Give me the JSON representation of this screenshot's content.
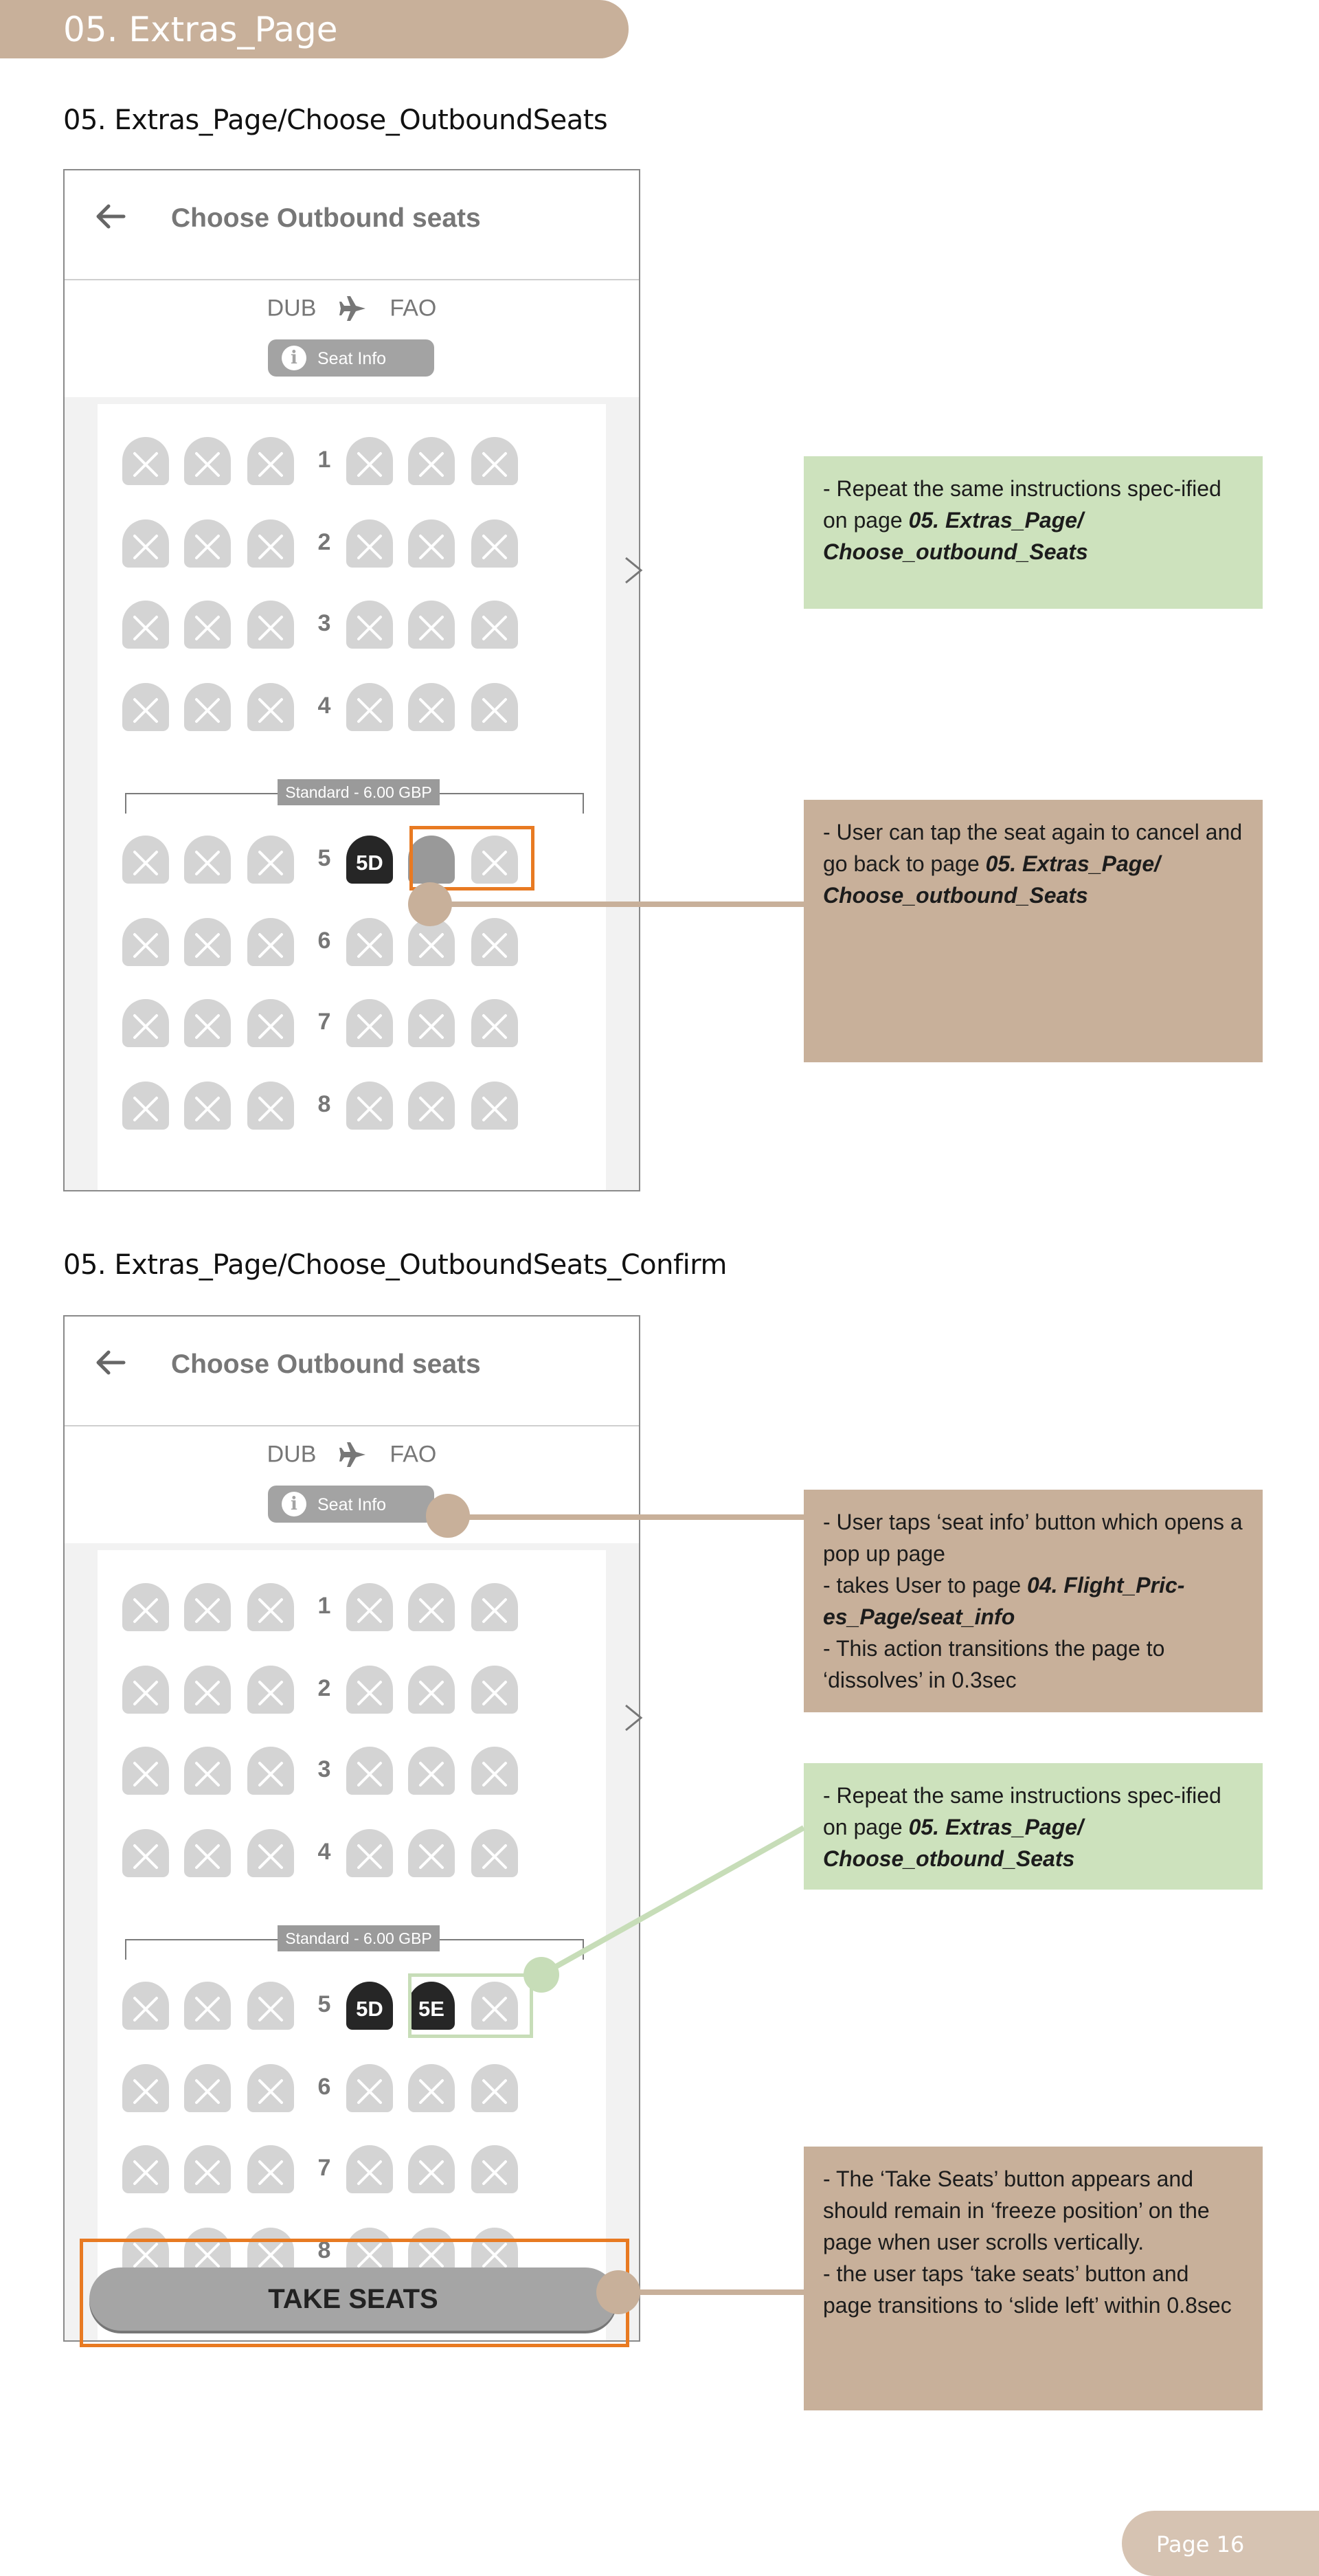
{
  "page": {
    "banner_title": "05. Extras_Page",
    "page_number": "Page 16"
  },
  "section1": {
    "title": "05. Extras_Page/Choose_OutboundSeats",
    "header_title": "Choose Outbound seats",
    "origin": "DUB",
    "destination": "FAO",
    "seat_info_label": "Seat Info",
    "rows": [
      "1",
      "2",
      "3",
      "4",
      "5",
      "6",
      "7",
      "8"
    ],
    "price_label": "Standard - 6.00 GBP",
    "selected_seats": [
      "5D"
    ],
    "notes": {
      "green": {
        "text": "- Repeat the same instructions spec-ified on page ",
        "ref": "05. Extras_Page/ Choose_outbound_Seats"
      },
      "brown": {
        "text": "- User can tap the seat again to cancel and go back to page ",
        "ref": "05. Extras_Page/ Choose_outbound_Seats"
      }
    }
  },
  "section2": {
    "title": "05. Extras_Page/Choose_OutboundSeats_Confirm",
    "header_title": "Choose Outbound seats",
    "origin": "DUB",
    "destination": "FAO",
    "seat_info_label": "Seat Info",
    "rows": [
      "1",
      "2",
      "3",
      "4",
      "5",
      "6",
      "7",
      "8"
    ],
    "price_label": "Standard - 6.00 GBP",
    "selected_seats": [
      "5D",
      "5E"
    ],
    "take_seats_label": "TAKE SEATS",
    "notes": {
      "seat_info": {
        "line1": "- User taps ‘seat info’ button which opens a pop up page",
        "line2_text": " - takes User to  page ",
        "line2_ref": "04. Flight_Pric-es_Page/seat_info",
        "line3": "- This action transitions the page to ‘dissolves’ in 0.3sec"
      },
      "green": {
        "text": "- Repeat the same instructions spec-ified on page ",
        "ref": "05. Extras_Page/ Choose_otbound_Seats"
      },
      "take_seats": {
        "line1": "- The ‘Take Seats’ button appears and should remain in ‘freeze position’ on the page when user scrolls vertically.",
        "line2": "- the user taps ‘take seats’ button and page transitions to ‘slide left’ within 0.8sec"
      }
    }
  },
  "colors": {
    "banner": "#c8b09a",
    "note_green": "#cde2bd",
    "note_brown": "#c8b09a",
    "highlight_orange": "#e87a22",
    "seat_available": "#d4d4d4",
    "seat_selected": "#262626"
  },
  "icons": [
    "back-arrow-icon",
    "plane-icon",
    "info-icon",
    "seat-unavailable-x-icon",
    "chevron-right-icon"
  ]
}
